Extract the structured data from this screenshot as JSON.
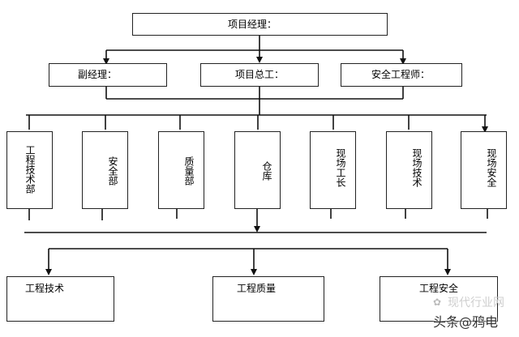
{
  "diagram": {
    "top": {
      "label": "项目经理："
    },
    "level2": [
      {
        "label": "副经理："
      },
      {
        "label": "项目总工："
      },
      {
        "label": "安全工程师："
      }
    ],
    "departments": [
      {
        "label": "工程技术部"
      },
      {
        "label": "安全部"
      },
      {
        "label": "质量部"
      },
      {
        "label": "仓库"
      },
      {
        "label": "现场工长"
      },
      {
        "label": "现场技术"
      },
      {
        "label": "现场安全"
      }
    ],
    "bottom": [
      {
        "label": "工程技术"
      },
      {
        "label": "工程质量"
      },
      {
        "label": "工程安全"
      }
    ]
  },
  "watermark": {
    "line1": "现代行业网",
    "line2": "头条@鸦电"
  }
}
